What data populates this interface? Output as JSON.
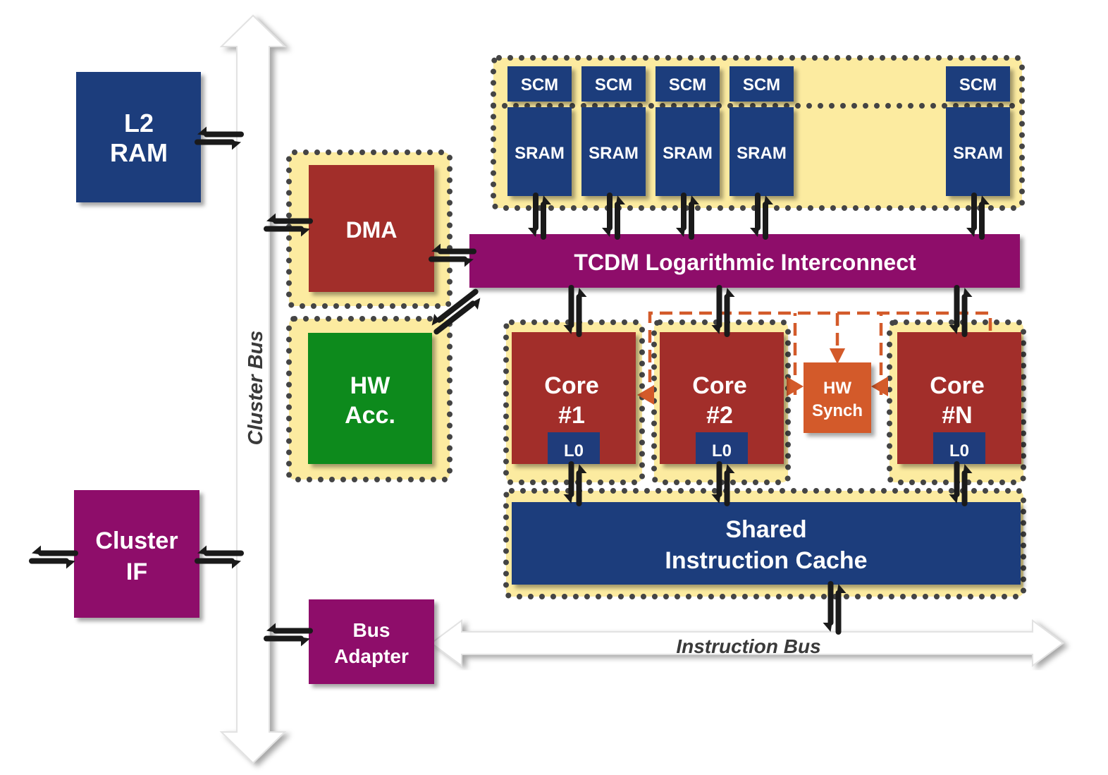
{
  "colors": {
    "navy": "#1F3C7B",
    "red": "#A22E2C",
    "purple": "#8E0A6A",
    "green": "#0A8A1E",
    "orange": "#D35A2A",
    "yellow": "#FCEBA0",
    "bus": "#FFFFFF",
    "arrow": "#1a1a1a"
  },
  "blocks": {
    "l2_ram": {
      "line1": "L2",
      "line2": "RAM"
    },
    "cluster_if": {
      "line1": "Cluster",
      "line2": "IF"
    },
    "dma": {
      "label": "DMA"
    },
    "hw_acc": {
      "line1": "HW",
      "line2": "Acc."
    },
    "bus_adapter": {
      "line1": "Bus",
      "line2": "Adapter"
    },
    "tcdm": {
      "label": "TCDM Logarithmic Interconnect"
    },
    "icache": {
      "line1": "Shared",
      "line2": "Instruction Cache"
    },
    "hw_synch": {
      "line1": "HW",
      "line2": "Synch"
    }
  },
  "memory_banks": [
    {
      "scm": "SCM",
      "sram": "SRAM"
    },
    {
      "scm": "SCM",
      "sram": "SRAM"
    },
    {
      "scm": "SCM",
      "sram": "SRAM"
    },
    {
      "scm": "SCM",
      "sram": "SRAM"
    },
    {
      "scm": "SCM",
      "sram": "SRAM"
    }
  ],
  "cores": [
    {
      "line1": "Core",
      "line2": "#1",
      "l0": "L0"
    },
    {
      "line1": "Core",
      "line2": "#2",
      "l0": "L0"
    },
    {
      "line1": "Core",
      "line2": "#N",
      "l0": "L0"
    }
  ],
  "buses": {
    "cluster": "Cluster Bus",
    "instruction": "Instruction Bus"
  }
}
